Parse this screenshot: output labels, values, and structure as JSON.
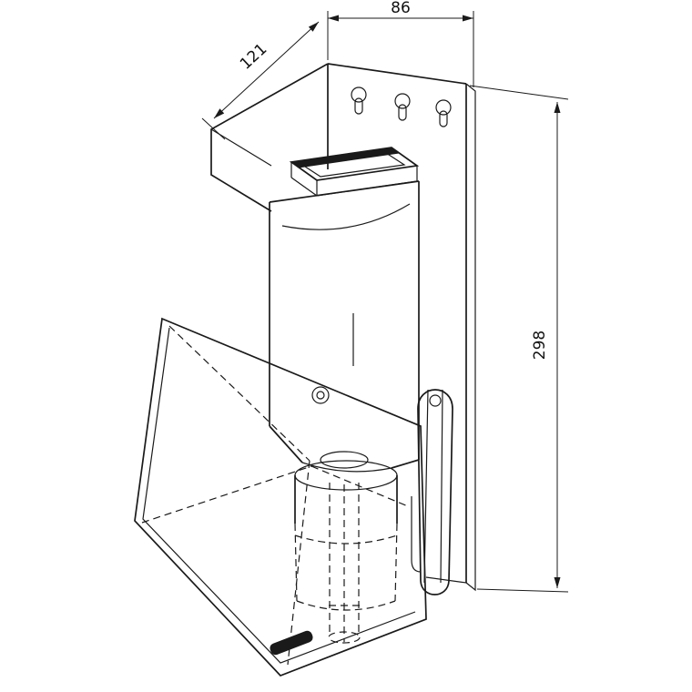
{
  "colors": {
    "line": "#1a1a1a",
    "background": "#ffffff"
  },
  "dimensions": {
    "width": "86",
    "depth": "121",
    "height": "298"
  }
}
